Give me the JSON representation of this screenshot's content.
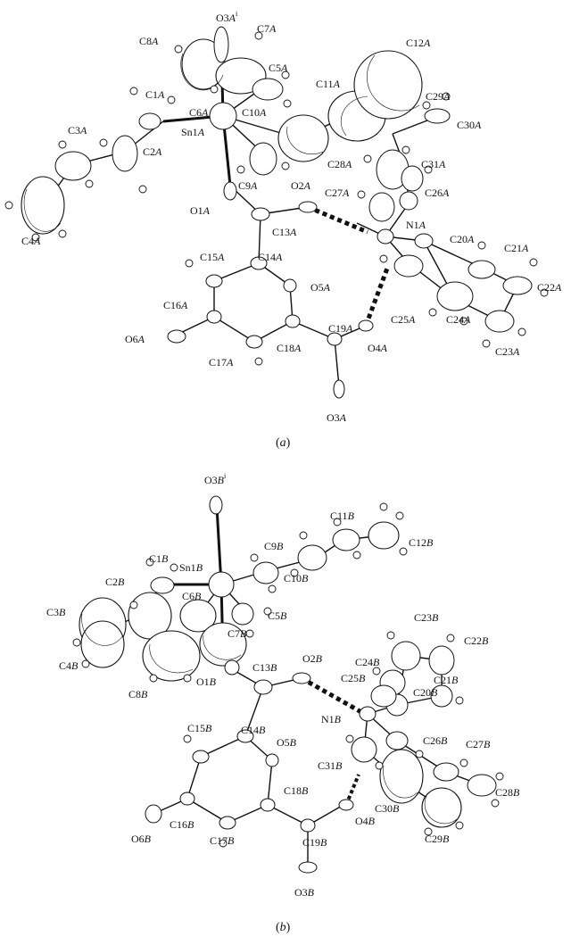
{
  "panel_a": {
    "caption_open": "(",
    "caption_letter": "a",
    "caption_close": ")",
    "labels": {
      "O3A_i": {
        "base": "O3",
        "suffix": "A",
        "sup": "i"
      },
      "C7A": {
        "base": "C7",
        "suffix": "A"
      },
      "C8A": {
        "base": "C8",
        "suffix": "A"
      },
      "C12A": {
        "base": "C12",
        "suffix": "A"
      },
      "C5A": {
        "base": "C5",
        "suffix": "A"
      },
      "C11A": {
        "base": "C11",
        "suffix": "A"
      },
      "C29A": {
        "base": "C29",
        "suffix": "A"
      },
      "C1A": {
        "base": "C1",
        "suffix": "A"
      },
      "C6A": {
        "base": "C6",
        "suffix": "A"
      },
      "C10A": {
        "base": "C10",
        "suffix": "A"
      },
      "C30A": {
        "base": "C30",
        "suffix": "A"
      },
      "C3A": {
        "base": "C3",
        "suffix": "A"
      },
      "Sn1A": {
        "base": "Sn1",
        "suffix": "A"
      },
      "C2A": {
        "base": "C2",
        "suffix": "A"
      },
      "C28A": {
        "base": "C28",
        "suffix": "A"
      },
      "C31A": {
        "base": "C31",
        "suffix": "A"
      },
      "C9A": {
        "base": "C9",
        "suffix": "A"
      },
      "O2A": {
        "base": "O2",
        "suffix": "A"
      },
      "C27A": {
        "base": "C27",
        "suffix": "A"
      },
      "C26A": {
        "base": "C26",
        "suffix": "A"
      },
      "O1A": {
        "base": "O1",
        "suffix": "A"
      },
      "C4A": {
        "base": "C4",
        "suffix": "A"
      },
      "N1A": {
        "base": "N1",
        "suffix": "A"
      },
      "C13A": {
        "base": "C13",
        "suffix": "A"
      },
      "C20A": {
        "base": "C20",
        "suffix": "A"
      },
      "C21A": {
        "base": "C21",
        "suffix": "A"
      },
      "C15A": {
        "base": "C15",
        "suffix": "A"
      },
      "C14A": {
        "base": "C14",
        "suffix": "A"
      },
      "O5A": {
        "base": "O5",
        "suffix": "A"
      },
      "C22A": {
        "base": "C22",
        "suffix": "A"
      },
      "C16A": {
        "base": "C16",
        "suffix": "A"
      },
      "C19A": {
        "base": "C19",
        "suffix": "A"
      },
      "C25A": {
        "base": "C25",
        "suffix": "A"
      },
      "C24A": {
        "base": "C24",
        "suffix": "A"
      },
      "O6A": {
        "base": "O6",
        "suffix": "A"
      },
      "C17A": {
        "base": "C17",
        "suffix": "A"
      },
      "C18A": {
        "base": "C18",
        "suffix": "A"
      },
      "O4A": {
        "base": "O4",
        "suffix": "A"
      },
      "C23A": {
        "base": "C23",
        "suffix": "A"
      },
      "O3A": {
        "base": "O3",
        "suffix": "A"
      }
    }
  },
  "panel_b": {
    "caption_open": "(",
    "caption_letter": "b",
    "caption_close": ")",
    "labels": {
      "O3B_i": {
        "base": "O3",
        "suffix": "B",
        "sup": "i"
      },
      "C11B": {
        "base": "C11",
        "suffix": "B"
      },
      "C12B": {
        "base": "C12",
        "suffix": "B"
      },
      "C9B": {
        "base": "C9",
        "suffix": "B"
      },
      "C1B": {
        "base": "C1",
        "suffix": "B"
      },
      "Sn1B": {
        "base": "Sn1",
        "suffix": "B"
      },
      "C2B": {
        "base": "C2",
        "suffix": "B"
      },
      "C10B": {
        "base": "C10",
        "suffix": "B"
      },
      "C6B": {
        "base": "C6",
        "suffix": "B"
      },
      "C3B": {
        "base": "C3",
        "suffix": "B"
      },
      "C5B": {
        "base": "C5",
        "suffix": "B"
      },
      "C7B": {
        "base": "C7",
        "suffix": "B"
      },
      "C23B": {
        "base": "C23",
        "suffix": "B"
      },
      "C22B": {
        "base": "C22",
        "suffix": "B"
      },
      "C4B": {
        "base": "C4",
        "suffix": "B"
      },
      "C24B": {
        "base": "C24",
        "suffix": "B"
      },
      "C8B": {
        "base": "C8",
        "suffix": "B"
      },
      "O1B": {
        "base": "O1",
        "suffix": "B"
      },
      "C13B": {
        "base": "C13",
        "suffix": "B"
      },
      "O2B": {
        "base": "O2",
        "suffix": "B"
      },
      "C25B": {
        "base": "C25",
        "suffix": "B"
      },
      "C21B": {
        "base": "C21",
        "suffix": "B"
      },
      "C20B": {
        "base": "C20",
        "suffix": "B"
      },
      "N1B": {
        "base": "N1",
        "suffix": "B"
      },
      "C15B": {
        "base": "C15",
        "suffix": "B"
      },
      "C14B": {
        "base": "C14",
        "suffix": "B"
      },
      "C26B": {
        "base": "C26",
        "suffix": "B"
      },
      "C27B": {
        "base": "C27",
        "suffix": "B"
      },
      "O5B": {
        "base": "O5",
        "suffix": "B"
      },
      "C31B": {
        "base": "C31",
        "suffix": "B"
      },
      "C18B": {
        "base": "C18",
        "suffix": "B"
      },
      "C30B": {
        "base": "C30",
        "suffix": "B"
      },
      "C28B": {
        "base": "C28",
        "suffix": "B"
      },
      "O6B": {
        "base": "O6",
        "suffix": "B"
      },
      "C16B": {
        "base": "C16",
        "suffix": "B"
      },
      "C17B": {
        "base": "C17",
        "suffix": "B"
      },
      "O4B": {
        "base": "O4",
        "suffix": "B"
      },
      "C19B": {
        "base": "C19",
        "suffix": "B"
      },
      "C29B": {
        "base": "C29",
        "suffix": "B"
      },
      "O3B": {
        "base": "O3",
        "suffix": "B"
      }
    }
  }
}
